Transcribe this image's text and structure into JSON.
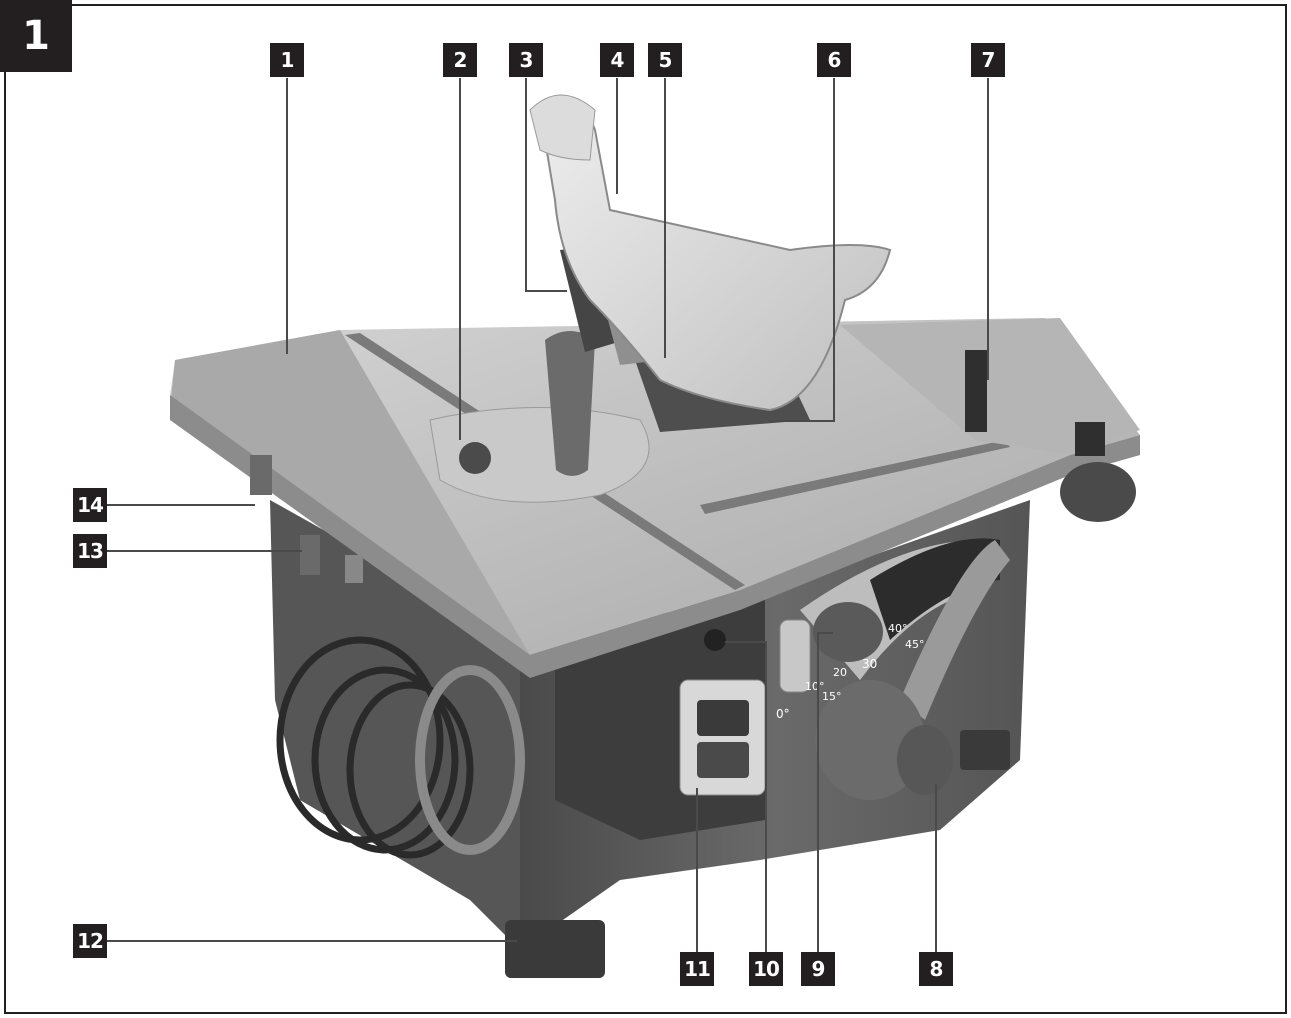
{
  "figure": {
    "number": "1"
  },
  "callouts": [
    "1",
    "2",
    "3",
    "4",
    "5",
    "6",
    "7",
    "8",
    "9",
    "10",
    "11",
    "12",
    "13",
    "14"
  ],
  "scale_labels": {
    "deg0": "0°",
    "deg10": "10°",
    "deg15": "15°",
    "deg20": "20",
    "deg30": "30",
    "deg40": "40°",
    "deg45": "45°"
  },
  "colors": {
    "ink": "#231f20",
    "frame": "#231f20",
    "table_top": "#bdbdbd",
    "body": "#5d5d5d"
  }
}
